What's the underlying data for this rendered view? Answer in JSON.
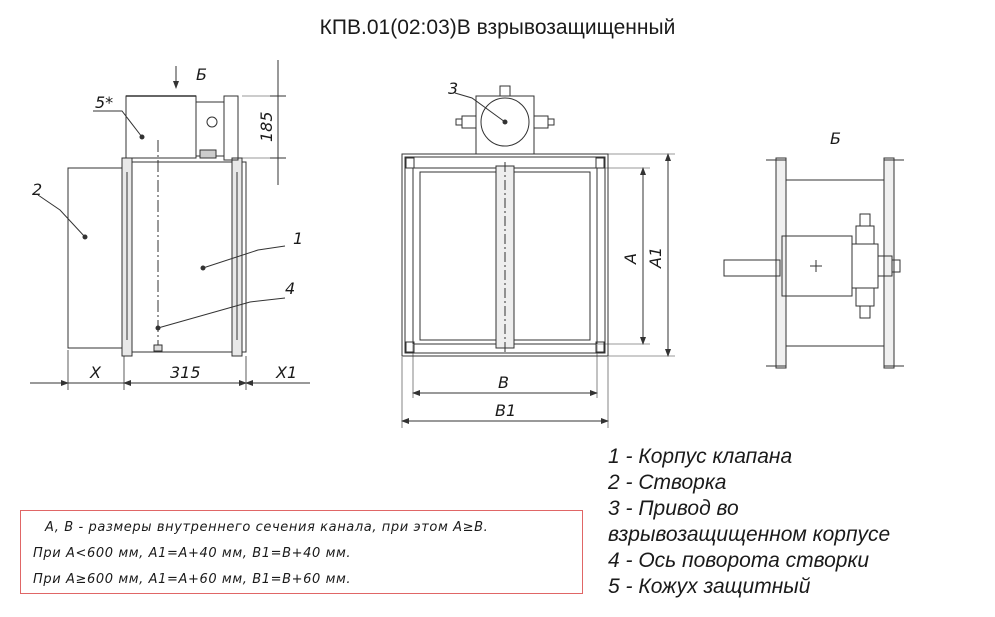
{
  "title": "КПВ.01(02:03)В взрывозащищенный",
  "view_labels": {
    "side": {
      "callout_5": "5*",
      "callout_2": "2",
      "callout_1": "1",
      "callout_4": "4",
      "view_b_arrow": "Б"
    },
    "front": {
      "callout_3": "3"
    },
    "top": {
      "view_b": "Б"
    }
  },
  "dimensions": {
    "x": "X",
    "length": "315",
    "x1": "X1",
    "height_185": "185",
    "a": "A",
    "a1": "A1",
    "b": "B",
    "b1": "B1"
  },
  "legend": [
    "1 - Корпус клапана",
    "2 - Створка",
    "3 - Привод во",
    "взрывозащищенном корпусе",
    "4 - Ось поворота створки",
    "5 - Кожух защитный"
  ],
  "note": [
    "A, B - размеры внутреннего сечения канала, при этом A≥B.",
    "При A<600 мм, A1=A+40 мм, B1=B+40 мм.",
    "При A≥600 мм, A1=A+60 мм, B1=B+60 мм."
  ],
  "colors": {
    "line": "#333333",
    "note_border": "#e06666",
    "text": "#1a1a1a"
  }
}
